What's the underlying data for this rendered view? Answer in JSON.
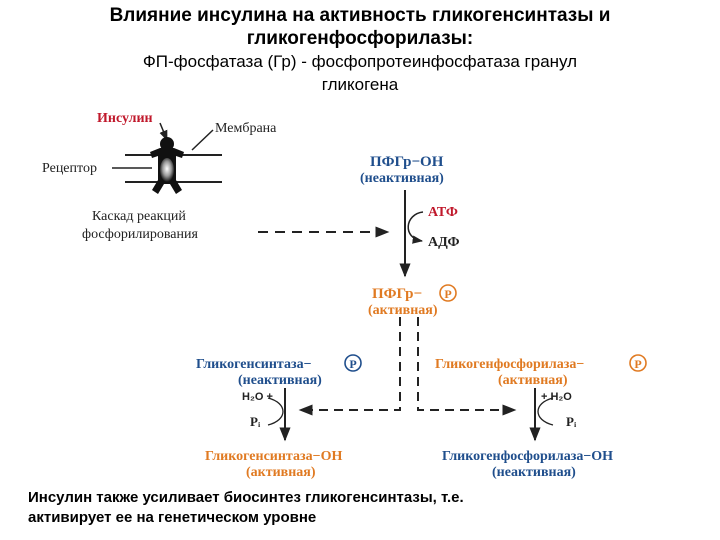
{
  "header": {
    "title_line1": "Влияние инсулина на активность гликогенсинтазы и",
    "title_line2": "гликогенфосфорилазы:",
    "subtitle_line1": "ФП-фосфатаза (Гр) - фосфопротеинфосфатаза гранул",
    "subtitle_line2": "гликогена"
  },
  "diagram": {
    "insulin": "Инсулин",
    "membrane": "Мембрана",
    "receptor": "Рецептор",
    "cascade_line1": "Каскад реакций",
    "cascade_line2": "фосфорилирования",
    "ppgr_oh": "ПФГр−ОН",
    "ppgr_oh_state": "(неактивная)",
    "atp": "АТФ",
    "adp": "АДФ",
    "ppgr_p": "ПФГр−",
    "ppgr_p_state": "(активная)",
    "p_symbol": "P",
    "gs_p": "Гликогенсинтаза−",
    "gs_p_state": "(неактивная)",
    "gp_p": "Гликогенфосфорилаза−",
    "gp_p_state": "(активная)",
    "h2o_left": "H₂O +",
    "pi_left": "Pᵢ",
    "h2o_right": "+ H₂O",
    "pi_right": "Pᵢ",
    "gs_oh": "Гликогенсинтаза−ОН",
    "gs_oh_state": "(активная)",
    "gp_oh": "Гликогенфосфорилаза−ОН",
    "gp_oh_state": "(неактивная)"
  },
  "colors": {
    "insulin": "#c0182b",
    "blue": "#1f4e8c",
    "orange": "#e07a22",
    "dark": "#222222"
  },
  "footer": {
    "line1": "Инсулин также усиливает биосинтез гликогенсинтазы, т.е.",
    "line2": "активирует ее на генетическом уровне"
  }
}
